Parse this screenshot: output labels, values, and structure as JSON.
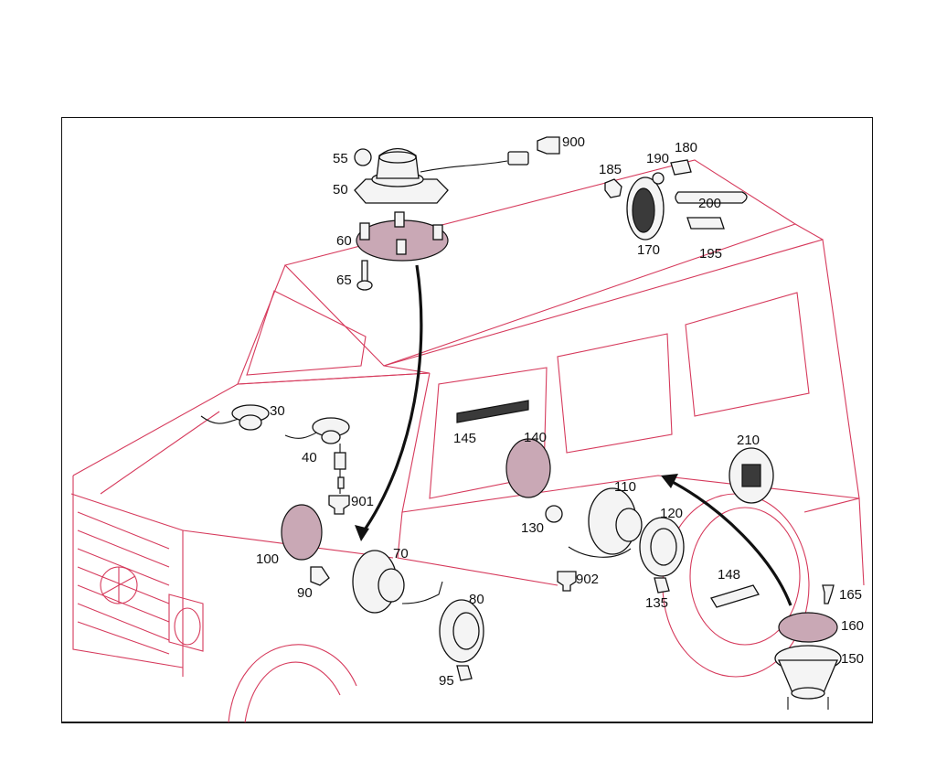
{
  "labels": {
    "p30": "30",
    "p40": "40",
    "p50": "50",
    "p55": "55",
    "p60": "60",
    "p65": "65",
    "p70": "70",
    "p80": "80",
    "p90": "90",
    "p95": "95",
    "p100": "100",
    "p110": "110",
    "p120": "120",
    "p130": "130",
    "p135": "135",
    "p140": "140",
    "p145": "145",
    "p148": "148",
    "p150": "150",
    "p160": "160",
    "p165": "165",
    "p170": "170",
    "p180": "180",
    "p185": "185",
    "p190": "190",
    "p195": "195",
    "p200": "200",
    "p210": "210",
    "p900": "900",
    "p901": "901",
    "p902": "902"
  }
}
